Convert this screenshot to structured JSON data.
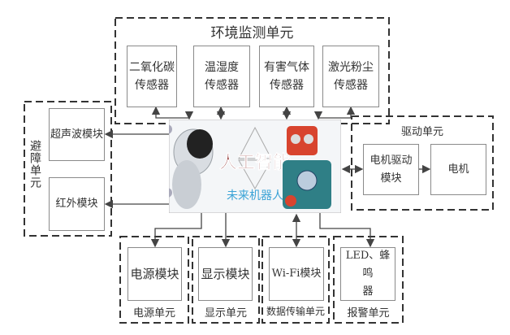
{
  "env_unit": {
    "title": "环境监测单元",
    "sensors": [
      {
        "line1": "二氧化碳",
        "line2": "传感器"
      },
      {
        "line1": "温湿度",
        "line2": "传感器"
      },
      {
        "line1": "有害气体",
        "line2": "传感器"
      },
      {
        "line1": "激光粉尘",
        "line2": "传感器"
      }
    ]
  },
  "avoid_unit": {
    "title": "避障单元",
    "modules": [
      "超声波模块",
      "红外模块"
    ]
  },
  "drive_unit": {
    "title": "驱动单元",
    "driver_line1": "电机驱动",
    "driver_line2": "模块",
    "motor": "电机"
  },
  "center_image": {
    "logo_main": "人工智能",
    "logo_sub": "未来机器人"
  },
  "bottom_units": [
    {
      "module": "电源模块",
      "unit": "电源单元"
    },
    {
      "module": "显示模块",
      "unit": "显示单元"
    },
    {
      "module": "Wi-Fi模块",
      "unit": "数据传输单元"
    },
    {
      "module_line1": "LED、蜂鸣",
      "module_line2": "器",
      "unit": "报警单元"
    }
  ],
  "colors": {
    "line": "#444444",
    "box_border": "#8a8a8a",
    "robot_red": "#d8442e",
    "robot_teal": "#2f7f86"
  }
}
